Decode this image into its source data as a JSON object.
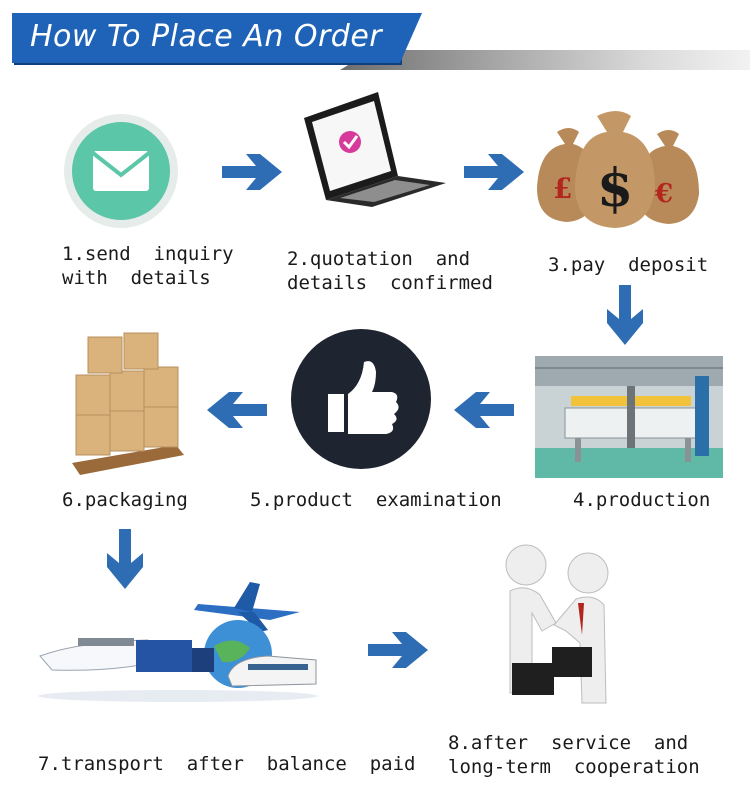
{
  "header": {
    "title": "How To Place An Order"
  },
  "steps": {
    "s1": {
      "line1": "1.send  inquiry",
      "line2": "with  details"
    },
    "s2": {
      "line1": "2.quotation  and",
      "line2": "details  confirmed"
    },
    "s3": {
      "label": "3.pay  deposit"
    },
    "s4": {
      "label": "4.production"
    },
    "s5": {
      "label": "5.product  examination"
    },
    "s6": {
      "label": "6.packaging"
    },
    "s7": {
      "label": "7.transport  after  balance  paid"
    },
    "s8": {
      "line1": "8.after  service  and",
      "line2": "long-term  cooperation"
    }
  },
  "icons": {
    "s1": "envelope-icon",
    "s2": "laptop-icon",
    "s3": "money-bags-icon",
    "s4": "factory-machine-icon",
    "s5": "thumbs-up-icon",
    "s6": "cardboard-boxes-icon",
    "s7": "transport-icon",
    "s8": "handshake-icon"
  },
  "colors": {
    "title_bg": "#1f63b8",
    "arrow": "#2e6db4",
    "envelope_circle": "#5cc6a8",
    "thumb_circle": "#1e2430"
  }
}
